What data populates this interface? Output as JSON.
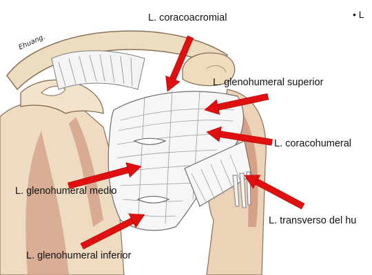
{
  "diagram": {
    "signature": "Ehuang.",
    "bullet": "• L",
    "labels": {
      "coracoacromial": "L. coracoacromial",
      "glenohumeral_superior": "L. glenohumeral superior",
      "coracohumeral": "L. coracohumeral",
      "glenohumeral_medio": "L. glenohumeral medio",
      "transverso": "L. transverso del hu",
      "glenohumeral_inferior": "L. glenohumeral inferior"
    }
  }
}
